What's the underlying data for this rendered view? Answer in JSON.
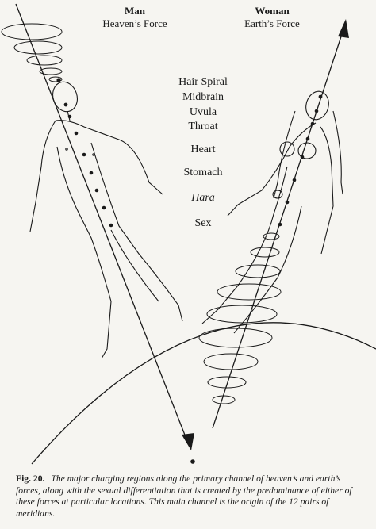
{
  "man": {
    "title": "Man",
    "subtitle": "Heaven’s Force"
  },
  "woman": {
    "title": "Woman",
    "subtitle": "Earth’s Force"
  },
  "regions": {
    "hair_spiral": "Hair Spiral",
    "midbrain": "Midbrain",
    "uvula": "Uvula",
    "throat": "Throat",
    "heart": "Heart",
    "stomach": "Stomach",
    "hara": "Hara",
    "sex": "Sex"
  },
  "caption": {
    "fig": "Fig. 20.",
    "text": "The major charging regions along the primary channel of heaven’s and earth’s forces, along with the sexual differentiation that is created by the predominance of either of these forces at particular locations. This main channel is the origin of the 12 pairs of meridians."
  },
  "colors": {
    "ink": "#1a1a1a",
    "paper": "#f6f5f1"
  }
}
